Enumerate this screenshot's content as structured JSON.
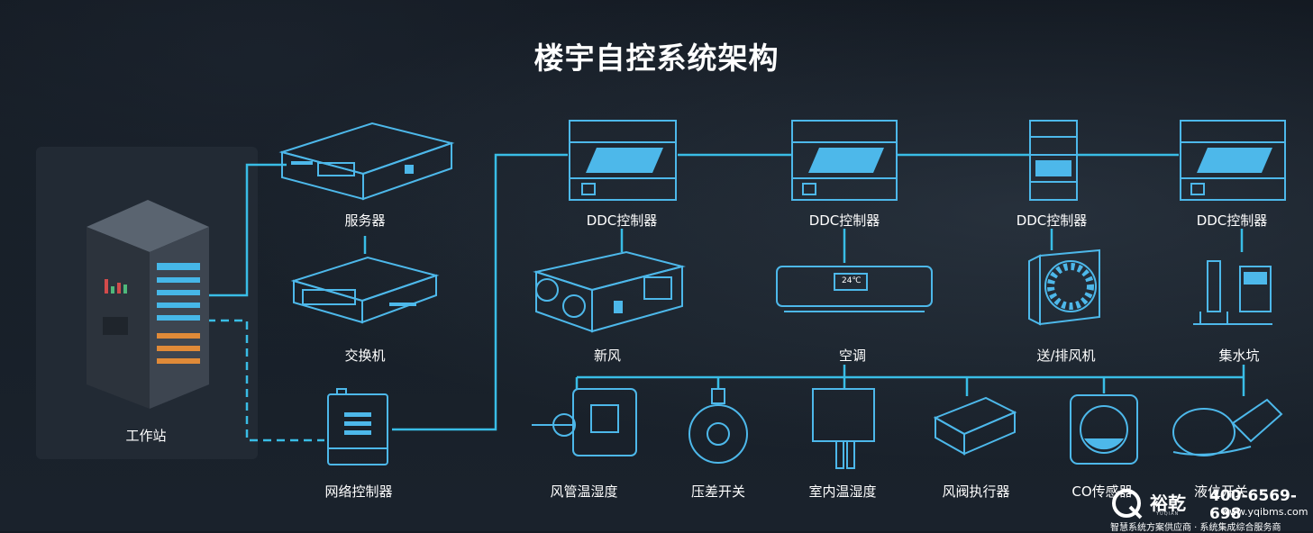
{
  "title": "楼宇自控系统架构",
  "colors": {
    "accent": "#2bb8e8",
    "line": "#39bde6",
    "device": "#4db8ea",
    "panel": "#262e38"
  },
  "workstation": {
    "label": "工作站",
    "icon": "server-rack-icon"
  },
  "network_column": {
    "server": "服务器",
    "switch": "交换机",
    "network_controller": "网络控制器"
  },
  "ddc_controllers": [
    "DDC控制器",
    "DDC控制器",
    "DDC控制器",
    "DDC控制器"
  ],
  "equipment": [
    "新风",
    "空调",
    "送/排风机",
    "集水坑"
  ],
  "ac_display": "24℃",
  "sensors": [
    "风管温湿度",
    "压差开关",
    "室内温湿度",
    "风阀执行器",
    "CO传感器",
    "液位开关"
  ],
  "logo": {
    "name": "裕乾",
    "sub": "YUQIAN",
    "phone": "400-6569-698",
    "website": "www.yqibms.com",
    "slogan": "智慧系统方案供应商 · 系统集成综合服务商"
  }
}
